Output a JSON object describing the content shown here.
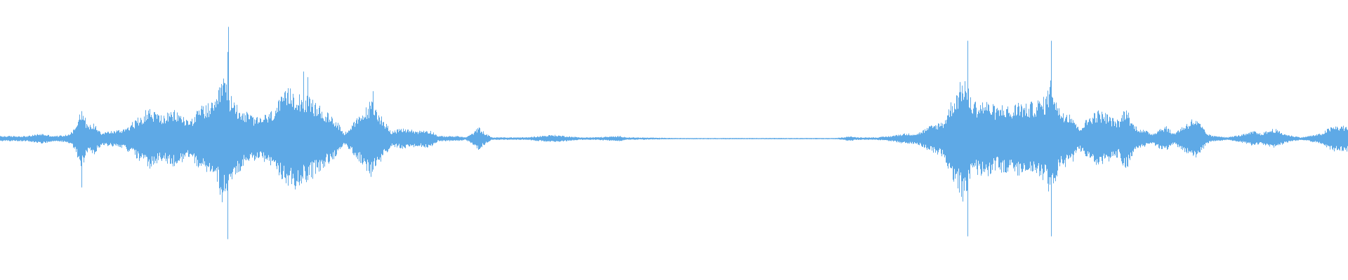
{
  "waveform": {
    "color": "#5ea9e6",
    "background": "#ffffff",
    "envelope": [
      [
        0.0,
        0.02
      ],
      [
        0.02,
        0.02
      ],
      [
        0.03,
        0.04
      ],
      [
        0.04,
        0.02
      ],
      [
        0.05,
        0.03
      ],
      [
        0.055,
        0.08
      ],
      [
        0.06,
        0.25
      ],
      [
        0.065,
        0.1
      ],
      [
        0.07,
        0.12
      ],
      [
        0.075,
        0.05
      ],
      [
        0.09,
        0.07
      ],
      [
        0.1,
        0.14
      ],
      [
        0.11,
        0.24
      ],
      [
        0.12,
        0.18
      ],
      [
        0.13,
        0.22
      ],
      [
        0.14,
        0.14
      ],
      [
        0.15,
        0.26
      ],
      [
        0.16,
        0.28
      ],
      [
        0.165,
        0.52
      ],
      [
        0.17,
        0.34
      ],
      [
        0.18,
        0.22
      ],
      [
        0.19,
        0.16
      ],
      [
        0.2,
        0.2
      ],
      [
        0.21,
        0.34
      ],
      [
        0.215,
        0.4
      ],
      [
        0.22,
        0.38
      ],
      [
        0.23,
        0.32
      ],
      [
        0.24,
        0.22
      ],
      [
        0.25,
        0.14
      ],
      [
        0.255,
        0.04
      ],
      [
        0.26,
        0.1
      ],
      [
        0.27,
        0.22
      ],
      [
        0.275,
        0.3
      ],
      [
        0.28,
        0.22
      ],
      [
        0.29,
        0.06
      ],
      [
        0.3,
        0.08
      ],
      [
        0.31,
        0.06
      ],
      [
        0.315,
        0.07
      ],
      [
        0.32,
        0.06
      ],
      [
        0.325,
        0.02
      ],
      [
        0.33,
        0.02
      ],
      [
        0.34,
        0.02
      ],
      [
        0.345,
        0.01
      ],
      [
        0.35,
        0.04
      ],
      [
        0.355,
        0.09
      ],
      [
        0.36,
        0.04
      ],
      [
        0.365,
        0.01
      ],
      [
        0.37,
        0.01
      ],
      [
        0.38,
        0.01
      ],
      [
        0.39,
        0.01
      ],
      [
        0.4,
        0.02
      ],
      [
        0.41,
        0.03
      ],
      [
        0.42,
        0.02
      ],
      [
        0.43,
        0.01
      ],
      [
        0.44,
        0.01
      ],
      [
        0.45,
        0.015
      ],
      [
        0.46,
        0.02
      ],
      [
        0.465,
        0.01
      ],
      [
        0.5,
        0.005
      ],
      [
        0.55,
        0.005
      ],
      [
        0.6,
        0.005
      ],
      [
        0.62,
        0.005
      ],
      [
        0.625,
        0.01
      ],
      [
        0.63,
        0.02
      ],
      [
        0.635,
        0.01
      ],
      [
        0.64,
        0.01
      ],
      [
        0.65,
        0.01
      ],
      [
        0.66,
        0.02
      ],
      [
        0.67,
        0.04
      ],
      [
        0.68,
        0.04
      ],
      [
        0.685,
        0.07
      ],
      [
        0.69,
        0.1
      ],
      [
        0.695,
        0.12
      ],
      [
        0.7,
        0.14
      ],
      [
        0.705,
        0.28
      ],
      [
        0.71,
        0.38
      ],
      [
        0.715,
        0.5
      ],
      [
        0.72,
        0.32
      ],
      [
        0.725,
        0.28
      ],
      [
        0.73,
        0.3
      ],
      [
        0.74,
        0.24
      ],
      [
        0.745,
        0.28
      ],
      [
        0.75,
        0.22
      ],
      [
        0.755,
        0.3
      ],
      [
        0.76,
        0.26
      ],
      [
        0.765,
        0.28
      ],
      [
        0.77,
        0.3
      ],
      [
        0.775,
        0.32
      ],
      [
        0.78,
        0.48
      ],
      [
        0.785,
        0.24
      ],
      [
        0.79,
        0.22
      ],
      [
        0.795,
        0.2
      ],
      [
        0.8,
        0.08
      ],
      [
        0.805,
        0.14
      ],
      [
        0.81,
        0.2
      ],
      [
        0.815,
        0.22
      ],
      [
        0.82,
        0.2
      ],
      [
        0.825,
        0.16
      ],
      [
        0.83,
        0.14
      ],
      [
        0.835,
        0.26
      ],
      [
        0.84,
        0.12
      ],
      [
        0.845,
        0.08
      ],
      [
        0.85,
        0.06
      ],
      [
        0.855,
        0.04
      ],
      [
        0.86,
        0.08
      ],
      [
        0.865,
        0.1
      ],
      [
        0.87,
        0.04
      ],
      [
        0.875,
        0.08
      ],
      [
        0.88,
        0.12
      ],
      [
        0.885,
        0.16
      ],
      [
        0.89,
        0.12
      ],
      [
        0.895,
        0.04
      ],
      [
        0.9,
        0.02
      ],
      [
        0.905,
        0.02
      ],
      [
        0.91,
        0.01
      ],
      [
        0.92,
        0.03
      ],
      [
        0.925,
        0.04
      ],
      [
        0.93,
        0.06
      ],
      [
        0.935,
        0.04
      ],
      [
        0.94,
        0.06
      ],
      [
        0.945,
        0.08
      ],
      [
        0.95,
        0.05
      ],
      [
        0.955,
        0.03
      ],
      [
        0.96,
        0.02
      ],
      [
        0.965,
        0.01
      ],
      [
        0.97,
        0.02
      ],
      [
        0.98,
        0.04
      ],
      [
        0.985,
        0.08
      ],
      [
        0.99,
        0.1
      ],
      [
        1.0,
        0.1
      ]
    ],
    "spikes": [
      [
        0.1695,
        0.8
      ],
      [
        0.1688,
        0.62
      ],
      [
        0.225,
        0.48
      ],
      [
        0.228,
        0.44
      ],
      [
        0.2768,
        0.34
      ],
      [
        0.7175,
        0.7
      ],
      [
        0.7175,
        -0.7
      ],
      [
        0.7795,
        0.7
      ],
      [
        0.7795,
        -0.7
      ],
      [
        0.169,
        -0.72
      ],
      [
        0.0605,
        -0.35
      ]
    ]
  }
}
